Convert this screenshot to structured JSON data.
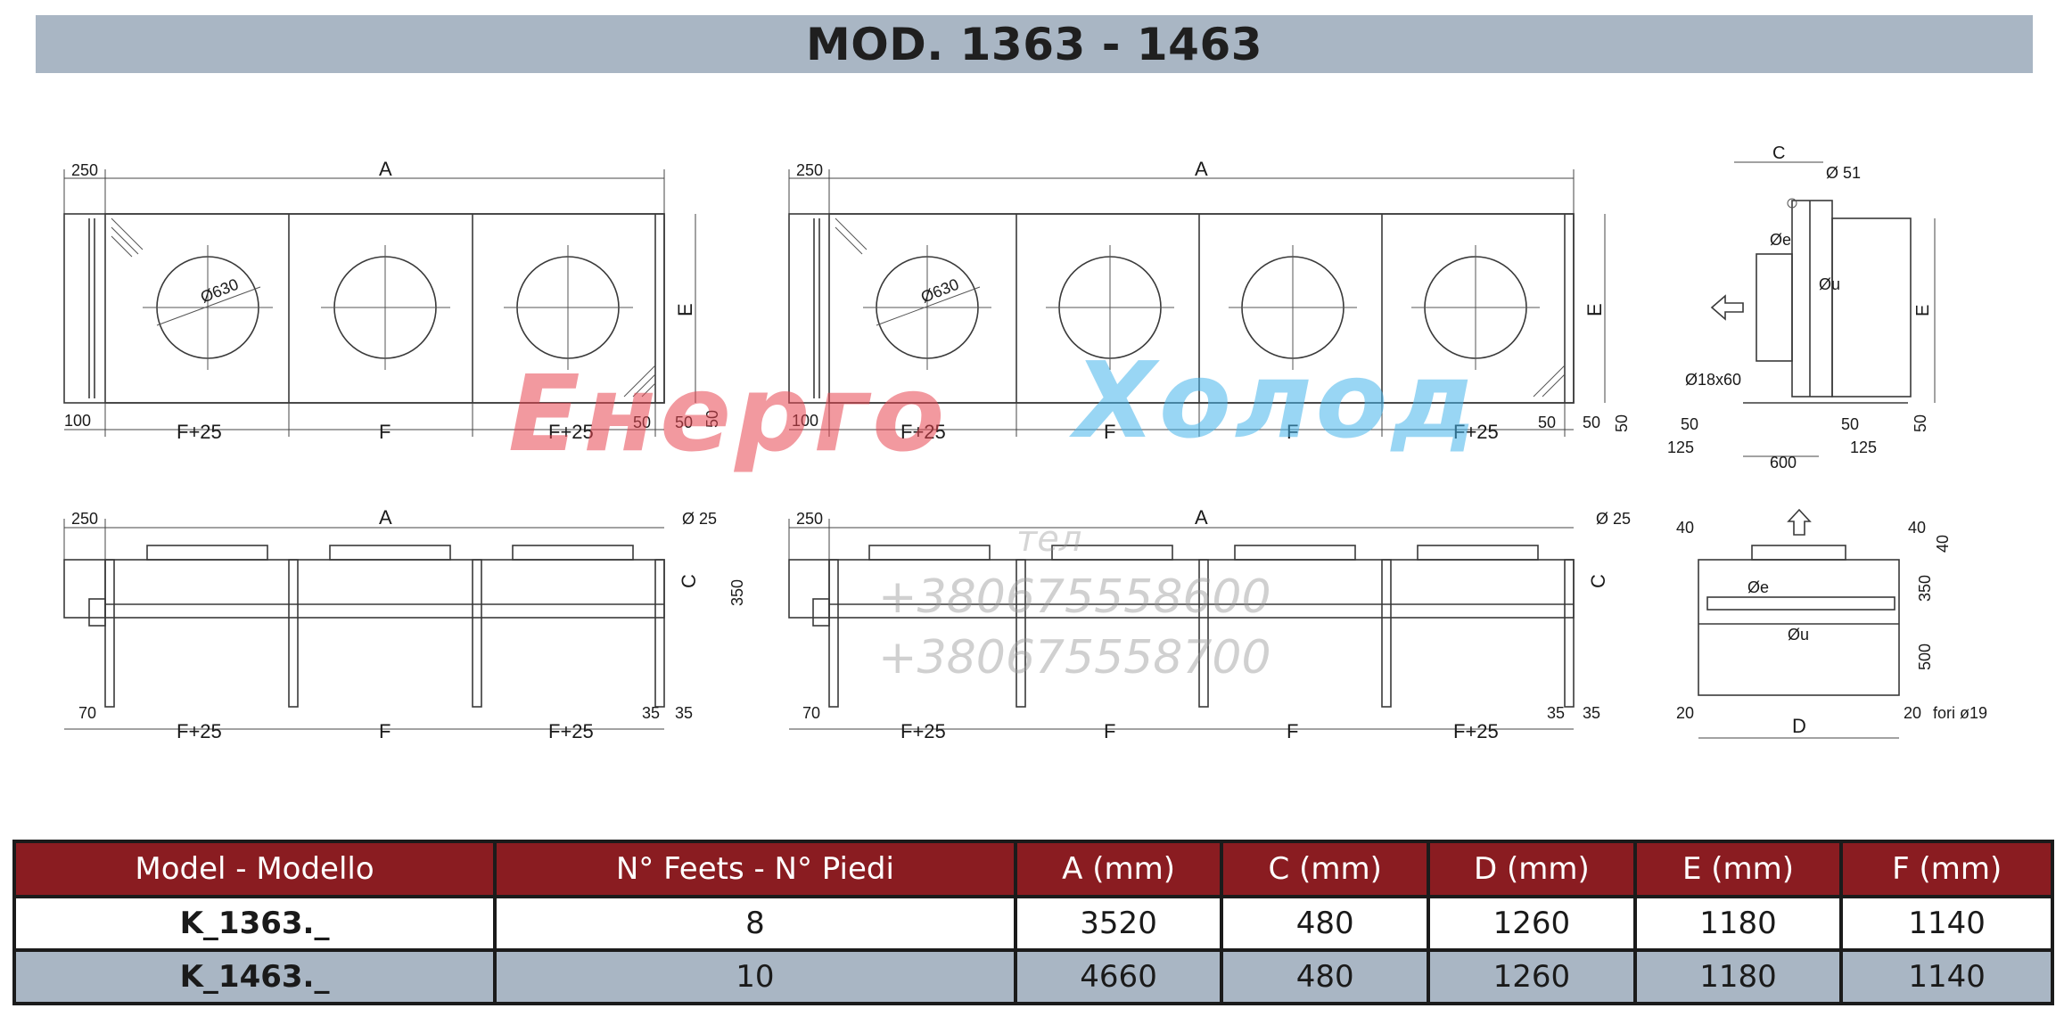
{
  "title": "MOD. 1363 - 1463",
  "labels": {
    "A": "A",
    "C": "C",
    "D": "D",
    "E": "E",
    "F": "F",
    "F25": "F+25",
    "d250": "250",
    "d100": "100",
    "d50": "50",
    "d70": "70",
    "d35": "35",
    "d350": "350",
    "d40": "40",
    "d500": "500",
    "d20": "20",
    "d125": "125",
    "d600": "600",
    "fan": "Ø630",
    "d25": "Ø 25",
    "d51": "Ø 51",
    "de": "Øe",
    "du": "Øu",
    "slot": "Ø18x60",
    "holes": "fori ø19"
  },
  "watermark": {
    "brand_a": "Енерго",
    "brand_b": "Холод",
    "tel": "тел",
    "phone1": "+380675558600",
    "phone2": "+380675558700"
  },
  "table": {
    "headers": [
      "Model - Modello",
      "N° Feets - N° Piedi",
      "A (mm)",
      "C (mm)",
      "D (mm)",
      "E (mm)",
      "F (mm)"
    ],
    "rows": [
      [
        "K_1363._",
        "8",
        "3520",
        "480",
        "1260",
        "1180",
        "1140"
      ],
      [
        "K_1463._",
        "10",
        "4660",
        "480",
        "1260",
        "1180",
        "1140"
      ]
    ]
  }
}
